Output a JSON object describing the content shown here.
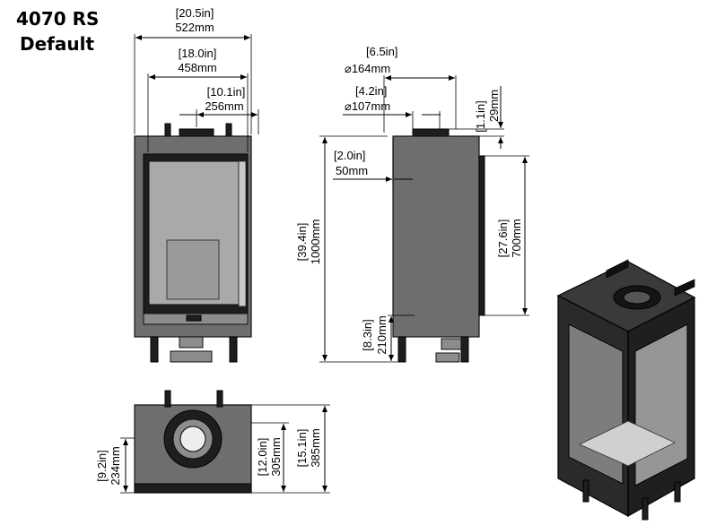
{
  "title": {
    "model": "4070 RS",
    "variant": "Default"
  },
  "dimensions": {
    "overall_width": {
      "in": "[20.5in]",
      "mm": "522mm"
    },
    "frame_width": {
      "in": "[18.0in]",
      "mm": "458mm"
    },
    "flue_offset": {
      "in": "[10.1in]",
      "mm": "256mm"
    },
    "flue_outer_dia": {
      "in": "[6.5in]",
      "mm": "⌀164mm"
    },
    "flue_inner_dia": {
      "in": "[4.2in]",
      "mm": "⌀107mm"
    },
    "collar_height": {
      "in": "[1.1in]",
      "mm": "29mm"
    },
    "side_standoff": {
      "in": "[2.0in]",
      "mm": "50mm"
    },
    "overall_height": {
      "in": "[39.4in]",
      "mm": "1000mm"
    },
    "glass_height": {
      "in": "[27.6in]",
      "mm": "700mm"
    },
    "base_height": {
      "in": "[8.3in]",
      "mm": "210mm"
    },
    "flue_from_front": {
      "in": "[9.2in]",
      "mm": "234mm"
    },
    "top_depth_inner": {
      "in": "[12.0in]",
      "mm": "305mm"
    },
    "overall_depth": {
      "in": "[15.1in]",
      "mm": "385mm"
    }
  }
}
